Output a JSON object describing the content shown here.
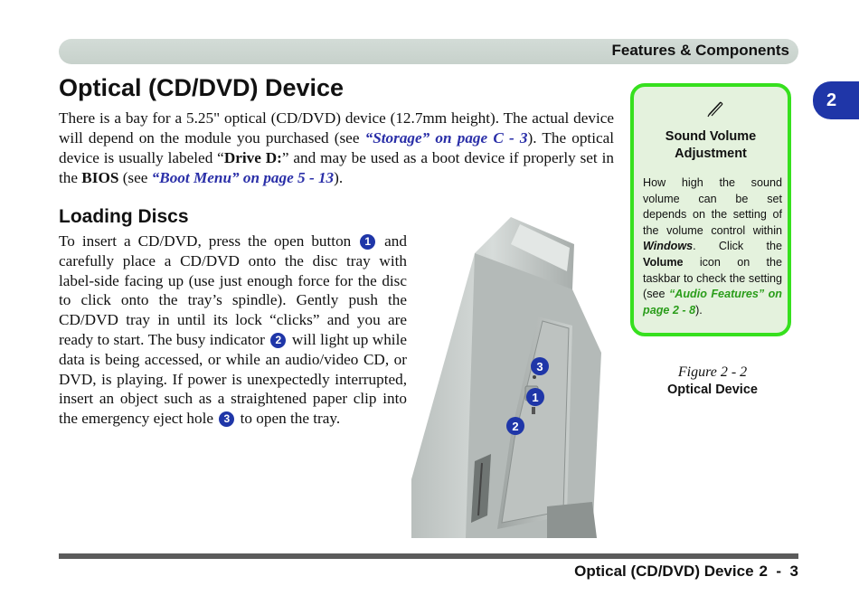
{
  "header": {
    "title": "Features & Components"
  },
  "chapter_tab": "2",
  "section": {
    "title": "Optical (CD/DVD) Device",
    "intro": {
      "t1": "There is a bay for a 5.25\" optical (CD/DVD) device (12.7mm height). The actual device will depend on the module you purchased (see ",
      "link1": "“Storage” on page C - 3",
      "t2": "). The optical device is usually labeled “",
      "drive": "Drive D:",
      "t3": "” and may be used as a boot device if properly set in the ",
      "bios": "BIOS",
      "t4": " (see ",
      "link2": "“Boot Menu” on page 5 - 13",
      "t5": ")."
    }
  },
  "subsection": {
    "title": "Loading Discs",
    "p1": "To insert a CD/DVD, press the open button ",
    "n1": "1",
    "p2": " and carefully place a CD/DVD onto the disc tray with label-side facing up (use just enough force for the disc to click onto the tray’s spindle). Gently push the CD/DVD tray in until its lock “clicks” and you are ready to start. The busy indicator ",
    "n2": "2",
    "p3": " will light up while data is being accessed, or while an audio/video CD, or DVD, is playing. If power is unexpectedly interrupted, insert an object such as a straightened paper clip into the emergency eject hole ",
    "n3": "3",
    "p4": " to open the tray."
  },
  "note": {
    "icon": "pencil-icon",
    "title": "Sound Volume Adjustment",
    "b1": "How high the sound volume can be set depends on the setting of the volume control within ",
    "win": "Windows",
    "b2": ". Click the ",
    "vol": "Volume",
    "b3": " icon on the taskbar to check the setting (see ",
    "link": "“Audio Features” on page 2 - 8",
    "b4": ")."
  },
  "figure": {
    "number": "Figure 2 - 2",
    "name": "Optical Device",
    "callouts": [
      "3",
      "1",
      "2"
    ]
  },
  "footer": {
    "title": "Optical (CD/DVD) Device",
    "page": "2  -  3"
  },
  "colors": {
    "accent_blue": "#1f36a8",
    "note_border": "#36e01e",
    "note_bg": "#e4f2dd",
    "link_blue": "#2a2fa8"
  }
}
